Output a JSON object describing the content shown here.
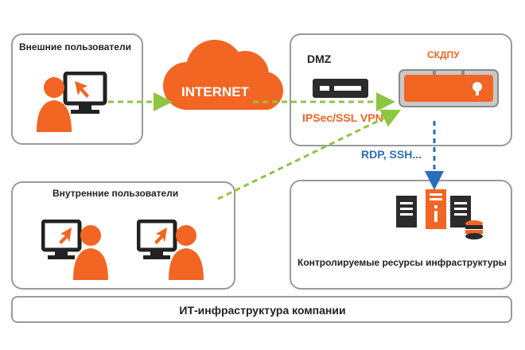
{
  "labels": {
    "external_users": "Внешние пользователи",
    "internal_users": "Внутренние пользователи",
    "internet": "INTERNET",
    "dmz": "DMZ",
    "skdpu": "СКДПУ",
    "vpn": "IPSec/SSL VPN",
    "rdp": "RDP, SSH...",
    "resources": "Контролируемые ресурсы инфраструктуры",
    "company_it": "ИТ-инфраструктура компании"
  },
  "colors": {
    "orange": "#f26522",
    "dark": "#222222",
    "green_arrow": "#8dc63f",
    "blue_arrow": "#2a6ebb",
    "border": "#9a9a9a"
  },
  "icons": [
    "user-computer-icon",
    "cloud-icon",
    "firewall-device-icon",
    "skdpu-device-icon",
    "server-icon",
    "database-icon"
  ]
}
